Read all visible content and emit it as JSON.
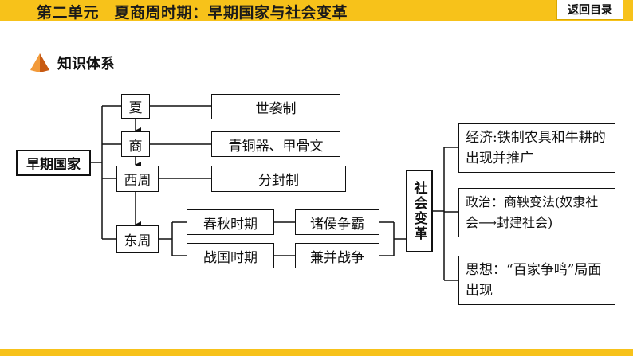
{
  "header": {
    "unit_title": "第二单元　夏商周时期：早期国家与社会变革",
    "back_label": "返回目录"
  },
  "section": {
    "title": "知识体系",
    "icon": "pyramid-icon"
  },
  "diagram": {
    "root": "早期国家",
    "dynasties": {
      "xia": "夏",
      "shang": "商",
      "xizhou": "西周",
      "dongzhou": "东周"
    },
    "features": {
      "xia": "世袭制",
      "shang": "青铜器、甲骨文",
      "xizhou": "分封制"
    },
    "periods": {
      "chunqiu": "春秋时期",
      "zhanguo": "战国时期"
    },
    "period_features": {
      "chunqiu": "诸侯争霸",
      "zhanguo": "兼并战争"
    },
    "change": "社会变革",
    "change_items": {
      "economy": "经济:铁制农具和牛耕的出现并推广",
      "politics": "政治：商鞅变法(奴隶社会⟶封建社会)",
      "thought": "思想：“百家争鸣”局面出现"
    }
  },
  "colors": {
    "accent": "#f7c21a",
    "icon": "#e07a1f"
  }
}
